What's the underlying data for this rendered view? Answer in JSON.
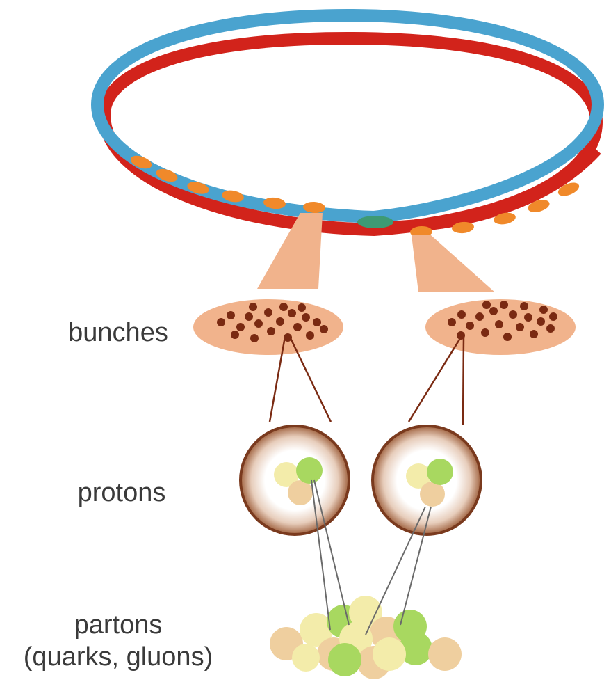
{
  "labels": {
    "bunches": "bunches",
    "protons": "protons",
    "partons_line1": "partons",
    "partons_line2": "(quarks, gluons)"
  },
  "colors": {
    "beam_blue": "#4aa3cf",
    "beam_red": "#d2231b",
    "bunch_orange": "#f0892a",
    "collision_green": "#3e9a74",
    "bunch_fill": "#f1b38c",
    "proton_dot": "#7a2a12",
    "proton_ring": "#7a3a1e",
    "connector_line": "#7a2a12",
    "parton_line": "#6a6a6a",
    "parton_green": "#a8d860",
    "parton_tan": "#efcf9f",
    "parton_cream": "#f3ecaa"
  },
  "icons": [
    "accelerator-ring",
    "bunch-ellipse",
    "proton-circle",
    "parton-cluster"
  ]
}
